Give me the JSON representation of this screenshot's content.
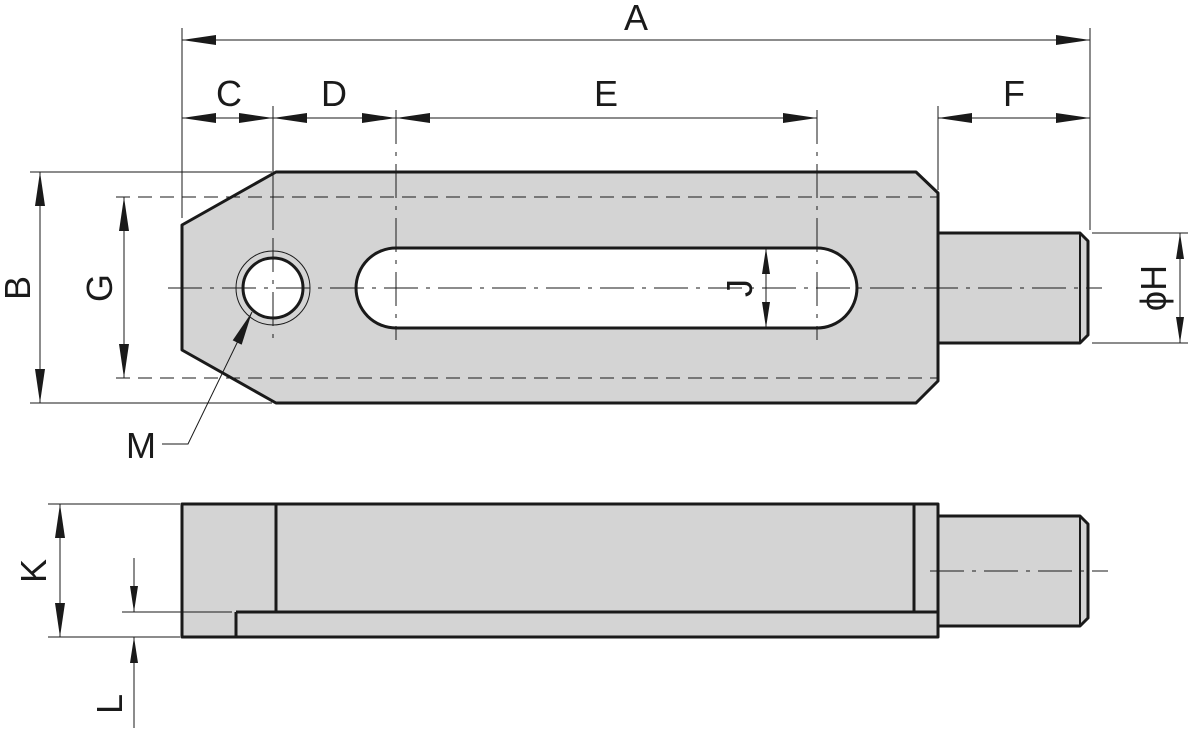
{
  "drawing": {
    "colors": {
      "part_fill": "#d4d4d4",
      "outline": "#1a1a1a"
    },
    "labels": {
      "A": "A",
      "B": "B",
      "C": "C",
      "D": "D",
      "E": "E",
      "F": "F",
      "G": "G",
      "H": "ϕH",
      "J": "J",
      "K": "K",
      "L": "L",
      "M": "M"
    }
  }
}
